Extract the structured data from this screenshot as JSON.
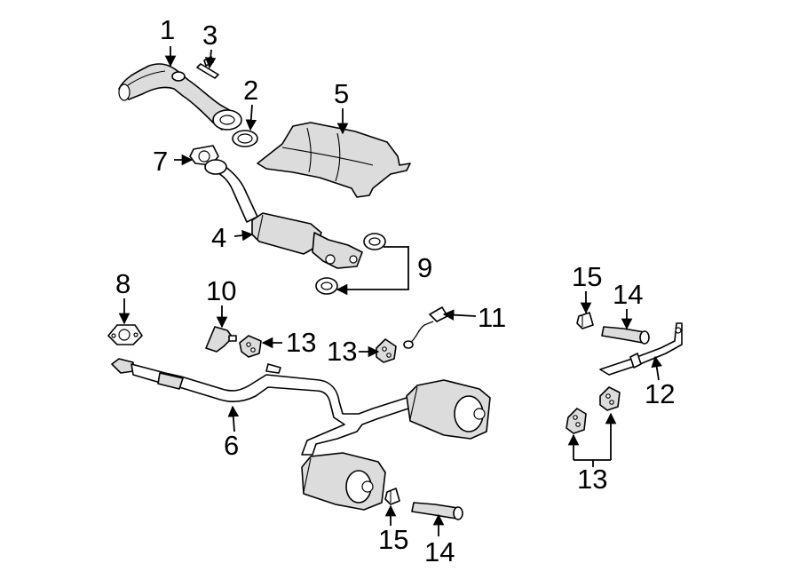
{
  "callouts": {
    "c1": "1",
    "c2": "2",
    "c3": "3",
    "c4": "4",
    "c5": "5",
    "c6": "6",
    "c7": "7",
    "c8": "8",
    "c9": "9",
    "c10": "10",
    "c11": "11",
    "c12": "12",
    "c13a": "13",
    "c13b": "13",
    "c13c": "13",
    "c14a": "14",
    "c14b": "14",
    "c15a": "15",
    "c15b": "15"
  }
}
